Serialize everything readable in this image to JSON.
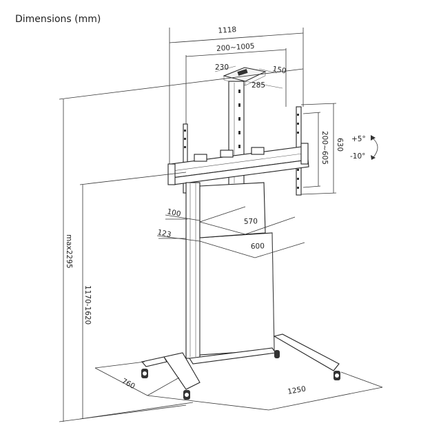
{
  "title": "Dimensions (mm)",
  "dimensions": {
    "overall_width": "1118",
    "vesa_width": "200~1005",
    "plate_width": "230",
    "plate_depth": "285",
    "plate_offset": "150",
    "bracket_height": "630",
    "vesa_height": "200~605",
    "tilt_up": "+5°",
    "tilt_down": "-10°",
    "shelf_gap": "100",
    "shelf_width": "570",
    "column_offset": "123",
    "column_width": "600",
    "max_height": "max2295",
    "height_range": "1170-1620",
    "base_depth": "760",
    "base_width": "1250"
  }
}
